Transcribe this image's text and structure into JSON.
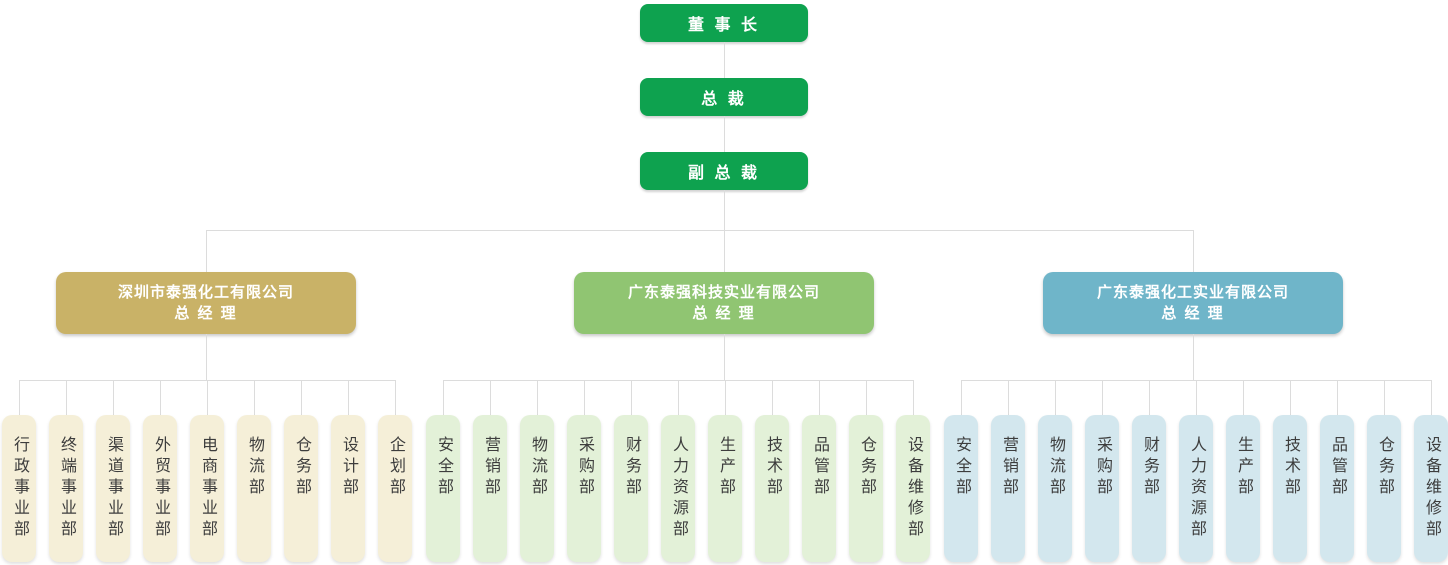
{
  "org": {
    "top_chain": [
      {
        "id": "chairman",
        "label": "董 事 长"
      },
      {
        "id": "president",
        "label": "总 裁"
      },
      {
        "id": "vice_president",
        "label": "副 总 裁"
      }
    ],
    "branches": [
      {
        "company": "深圳市泰强化工有限公司",
        "title": "总 经 理",
        "color": "#c9b267",
        "dept_color": "#f5efd8",
        "departments": [
          "行政事业部",
          "终端事业部",
          "渠道事业部",
          "外贸事业部",
          "电商事业部",
          "物流部",
          "仓务部",
          "设计部",
          "企划部"
        ]
      },
      {
        "company": "广东泰强科技实业有限公司",
        "title": "总 经 理",
        "color": "#90c572",
        "dept_color": "#e3f1d8",
        "departments": [
          "安全部",
          "营销部",
          "物流部",
          "采购部",
          "财务部",
          "人力资源部",
          "生产部",
          "技术部",
          "品管部",
          "仓务部",
          "设备维修部"
        ]
      },
      {
        "company": "广东泰强化工实业有限公司",
        "title": "总 经 理",
        "color": "#6fb5c9",
        "dept_color": "#d3e7ee",
        "departments": [
          "安全部",
          "营销部",
          "物流部",
          "采购部",
          "财务部",
          "人力资源部",
          "生产部",
          "技术部",
          "品管部",
          "仓务部",
          "设备维修部"
        ]
      }
    ],
    "colors": {
      "executive": "#0ea24f",
      "connector": "#dcdcdc",
      "dept_text": "#3d3d3d"
    }
  }
}
